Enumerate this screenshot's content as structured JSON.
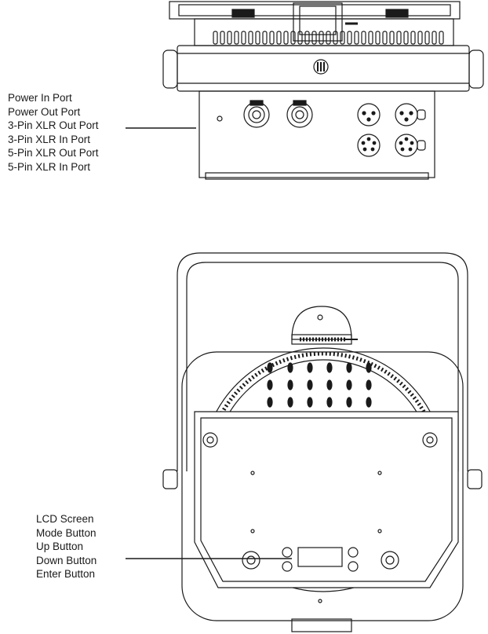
{
  "rear_view": {
    "callouts": [
      "Power In Port",
      "Power Out Port",
      "3-Pin XLR Out Port",
      "3-Pin XLR In Port",
      "5-Pin XLR Out Port",
      "5-Pin XLR In Port"
    ]
  },
  "front_view": {
    "callouts": [
      "LCD Screen",
      "Mode Button",
      "Up Button",
      "Down Button",
      "Enter Button"
    ]
  },
  "colors": {
    "line": "#1a1a1a",
    "background": "#ffffff"
  }
}
